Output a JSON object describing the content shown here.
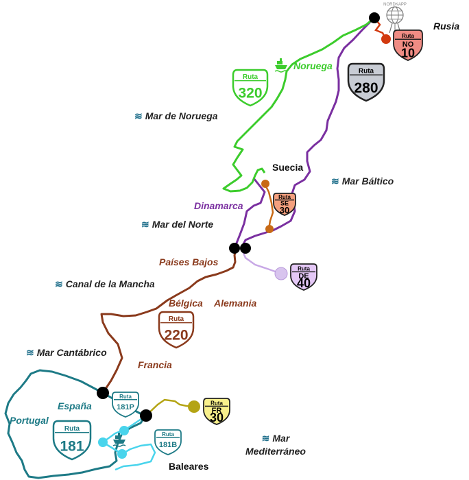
{
  "colors": {
    "norway_route": "#3ccc2c",
    "ferry_route": "#7a2fa0",
    "central_route": "#8a3a1c",
    "iberia_route": "#1d7a86",
    "no10_route": "#d23a10",
    "se30_route": "#c86a16",
    "de40_route": "#c8a8e6",
    "fr30_route": "#b4a414",
    "baleares_route": "#49d4ec",
    "sea_icon": "#1f6f8b"
  },
  "seas": [
    {
      "id": "mar-de-noruega",
      "wave": "≋",
      "name": "Mar de Noruega"
    },
    {
      "id": "mar-baltico",
      "wave": "≋",
      "name": "Mar Báltico"
    },
    {
      "id": "mar-del-norte",
      "wave": "≋",
      "name": "Mar del Norte"
    },
    {
      "id": "canal-de-la-mancha",
      "wave": "≋",
      "name": "Canal de la Mancha"
    },
    {
      "id": "mar-cantabrico",
      "wave": "≋",
      "name": "Mar Cantábrico"
    },
    {
      "id": "mar-mediterraneo",
      "wave": "≋",
      "name": "Mar",
      "name2": "Mediterráneo"
    }
  ],
  "countries": {
    "rusia": "Rusia",
    "suecia": "Suecia",
    "baleares": "Baleares",
    "noruega": "Noruega",
    "dinamarca": "Dinamarca",
    "paises_bajos": "Países Bajos",
    "belgica": "Bélgica",
    "alemania": "Alemania",
    "francia": "Francia",
    "espana": "España",
    "portugal": "Portugal"
  },
  "nordkapp": {
    "label": "NORDKAPP",
    "icon": "globe-monument-icon"
  },
  "ferry_icon": "ship-icon",
  "shields": [
    {
      "id": "ruta-320",
      "ruta": "Ruta",
      "number": "320",
      "color": "#3ccc2c"
    },
    {
      "id": "ruta-280",
      "ruta": "Ruta",
      "number": "280",
      "color": "#7a2fa0"
    },
    {
      "id": "ruta-220",
      "ruta": "Ruta",
      "number": "220",
      "color": "#8a3a1c"
    },
    {
      "id": "ruta-181",
      "ruta": "Ruta",
      "number": "181",
      "color": "#1d7a86"
    },
    {
      "id": "ruta-no-10",
      "ruta": "Ruta",
      "prefix": "NO",
      "number": "10",
      "color": "#d23a10"
    },
    {
      "id": "ruta-se-30",
      "ruta": "Ruta",
      "prefix": "SE",
      "number": "30",
      "color": "#c86a16"
    },
    {
      "id": "ruta-de-40",
      "ruta": "Ruta",
      "prefix": "DE",
      "number": "40",
      "color": "#c8a8e6"
    },
    {
      "id": "ruta-fr-30",
      "ruta": "Ruta",
      "prefix": "FR",
      "number": "30",
      "color": "#b4a414"
    },
    {
      "id": "ruta-181p",
      "ruta": "Ruta",
      "number": "181P",
      "color": "#1d7a86"
    },
    {
      "id": "ruta-181b",
      "ruta": "Ruta",
      "number": "181B",
      "color": "#1d7a86"
    }
  ]
}
